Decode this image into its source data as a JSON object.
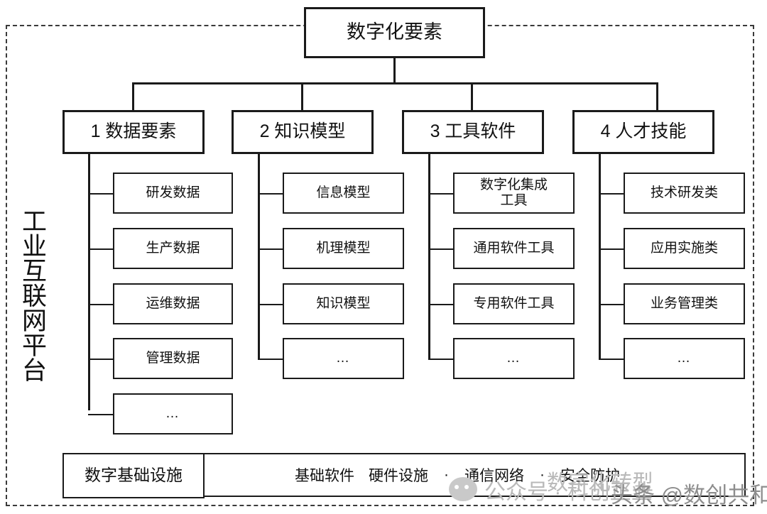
{
  "diagram": {
    "root": {
      "label": "数字化要素"
    },
    "platform_label": "工业互联网平台",
    "categories": [
      {
        "label": "1 数据要素",
        "children": [
          "研发数据",
          "生产数据",
          "运维数据",
          "管理数据",
          "…"
        ]
      },
      {
        "label": "2 知识模型",
        "children": [
          "信息模型",
          "机理模型",
          "知识模型",
          "…"
        ]
      },
      {
        "label": "3 工具软件",
        "children": [
          "数字化集成\n工具",
          "通用软件工具",
          "专用软件工具",
          "…"
        ]
      },
      {
        "label": "4 人才技能",
        "children": [
          "技术研发类",
          "应用实施类",
          "业务管理类",
          "…"
        ]
      }
    ],
    "infrastructure": {
      "label": "数字基础设施",
      "items": [
        "基础软件",
        "硬件设施",
        "通信网络",
        "安全防护"
      ],
      "separator": "·"
    }
  },
  "watermarks": {
    "wechat_text": "公众号 · 科创正业",
    "toutiao_text": "头条 @数创共和",
    "overlay_text": "数字化转型"
  },
  "colors": {
    "line": "#1a1a1a",
    "frame": "#3a3a3a",
    "background": "#ffffff",
    "watermark": "#b9b9b9"
  }
}
